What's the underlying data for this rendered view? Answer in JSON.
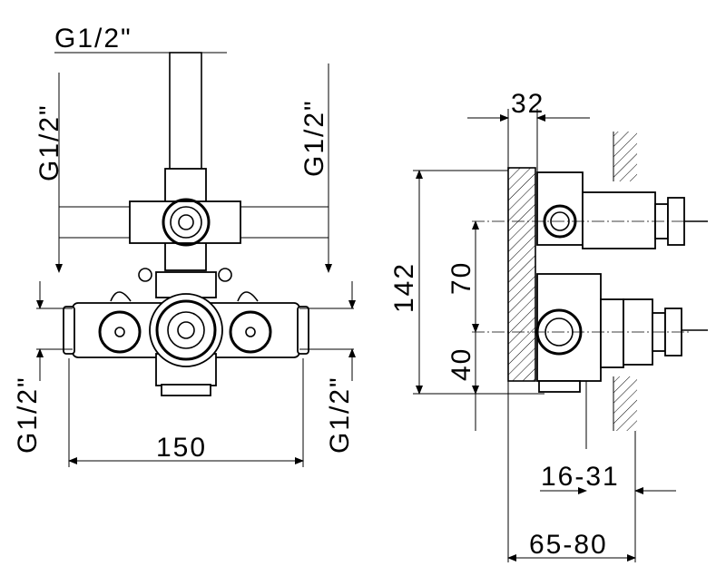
{
  "front_view": {
    "top_thread": "G1/2\"",
    "left_thread": "G1/2\"",
    "right_thread": "G1/2\"",
    "bottom_left_thread": "G1/2\"",
    "bottom_right_thread": "G1/2\"",
    "width": "150"
  },
  "side_view": {
    "depth": "32",
    "height": "142",
    "spacing_upper": "70",
    "spacing_lower": "40",
    "adjust_range_small": "16-31",
    "adjust_range_total": "65-80"
  }
}
